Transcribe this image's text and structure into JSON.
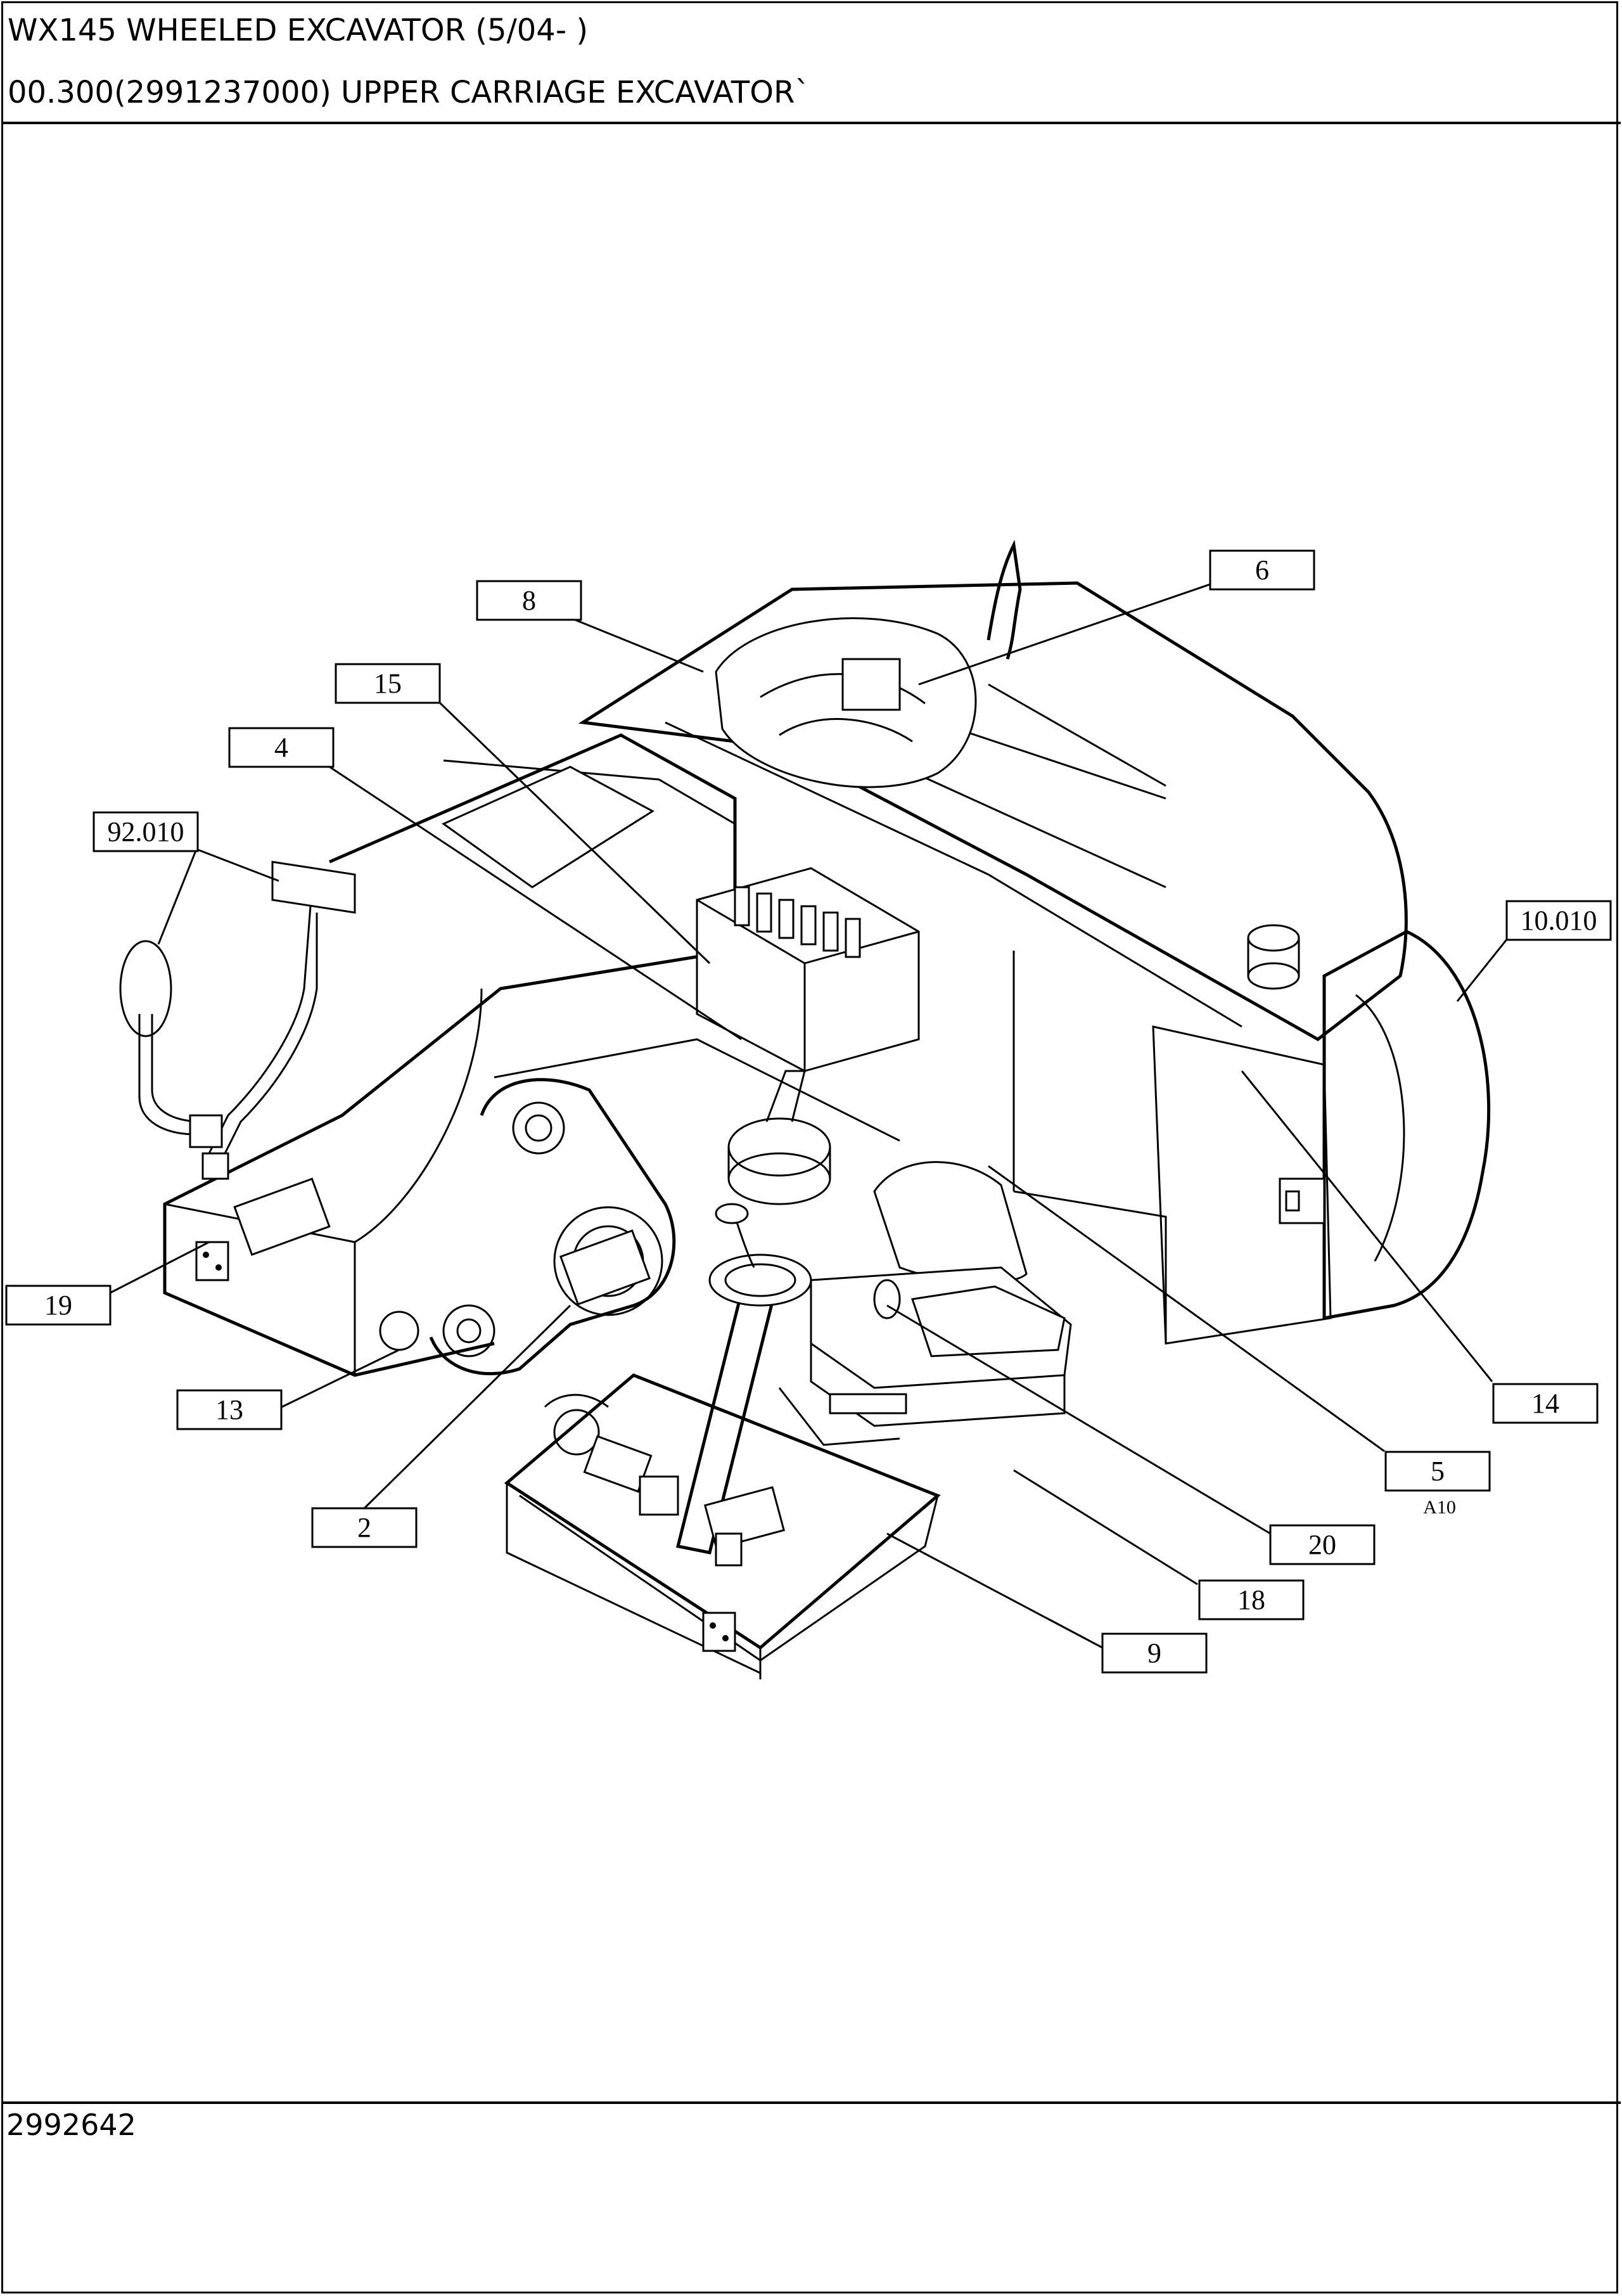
{
  "header": {
    "line1": "WX145 WHEELED EXCAVATOR (5/04- )",
    "line2": "00.300(2991237000) UPPER CARRIAGE EXCAVATOR`"
  },
  "footer": {
    "drawing_number": "2992642"
  },
  "callouts": [
    {
      "id": "c8",
      "label": "8"
    },
    {
      "id": "c6",
      "label": "6"
    },
    {
      "id": "c15",
      "label": "15"
    },
    {
      "id": "c4",
      "label": "4"
    },
    {
      "id": "c92010",
      "label": "92.010"
    },
    {
      "id": "c10010",
      "label": "10.010"
    },
    {
      "id": "c19",
      "label": "19"
    },
    {
      "id": "c13",
      "label": "13"
    },
    {
      "id": "c2",
      "label": "2"
    },
    {
      "id": "c14",
      "label": "14"
    },
    {
      "id": "c5",
      "label": "5",
      "sub": "A10"
    },
    {
      "id": "c20",
      "label": "20"
    },
    {
      "id": "c18",
      "label": "18"
    },
    {
      "id": "c9",
      "label": "9"
    }
  ]
}
